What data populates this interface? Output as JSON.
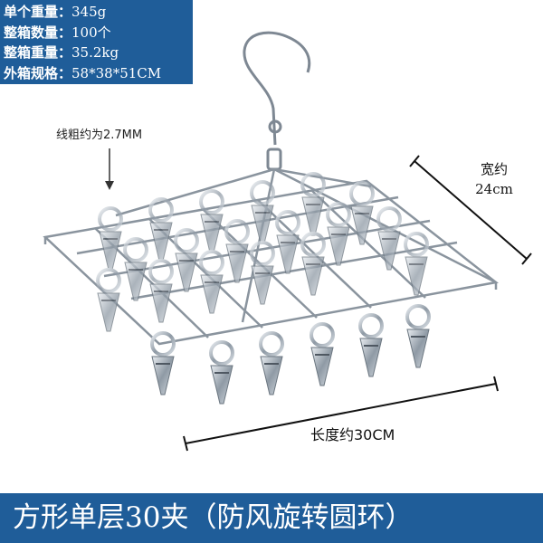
{
  "specs": [
    {
      "label": "单个重量：",
      "value": "345g"
    },
    {
      "label": "整箱数量：",
      "value": "100个"
    },
    {
      "label": "整箱重量：",
      "value": "35.2kg"
    },
    {
      "label": "外箱规格：",
      "value": "58*38*51CM"
    }
  ],
  "annotations": {
    "wire_thickness": "线粗约为2.7MM",
    "width_label": "宽约",
    "width_value": "24cm",
    "length_label": "长度约30CM"
  },
  "title": "方形单层30夹（防风旋转圆环）",
  "colors": {
    "brand_blue": "#1f5d99",
    "metal": "#a9b1ba",
    "metal_dark": "#5c6670"
  },
  "icons": [
    "down-arrow-icon",
    "hook-icon",
    "clothes-hanger-icon"
  ]
}
